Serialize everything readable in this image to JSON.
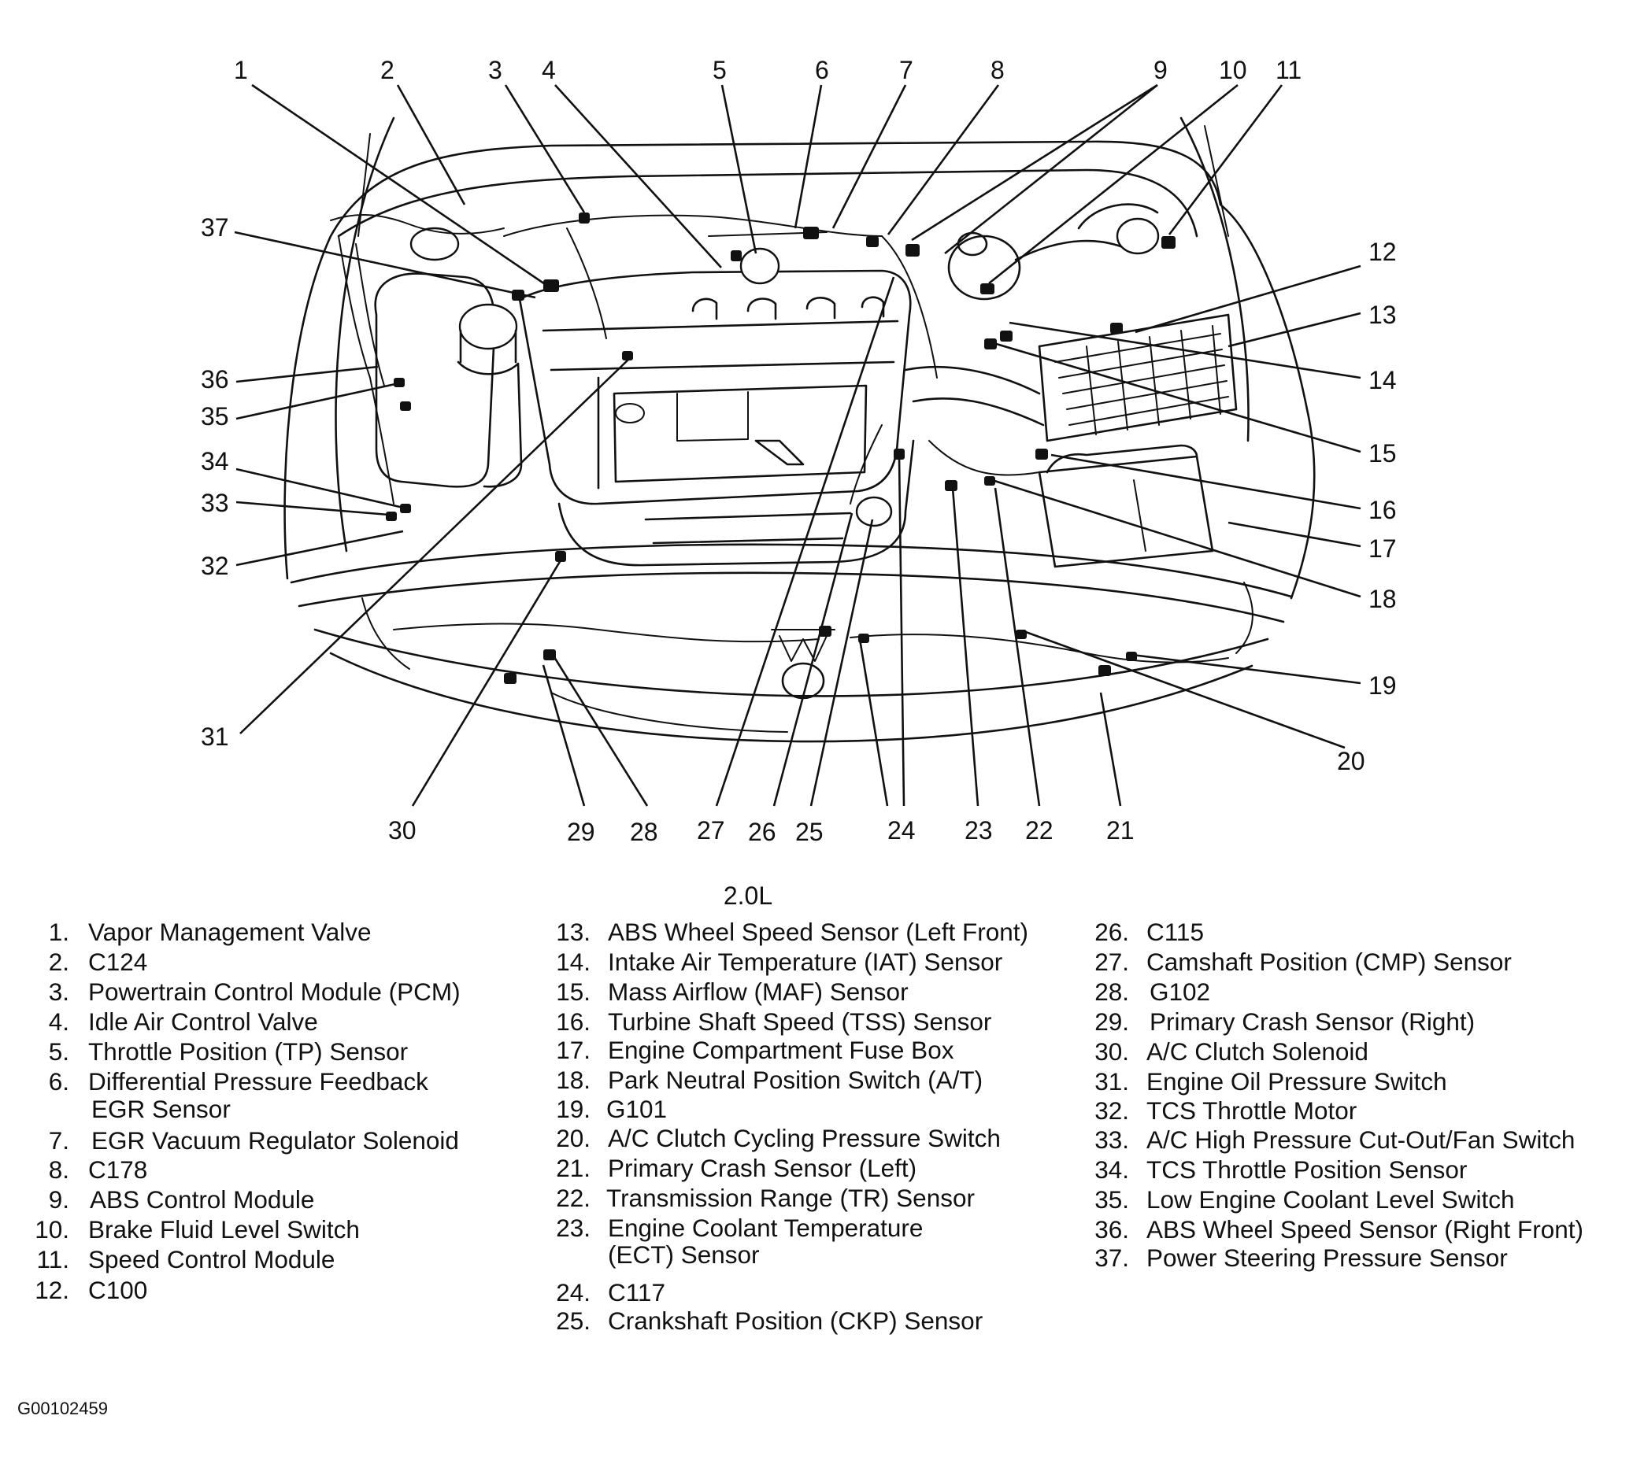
{
  "engine_label": "2.0L",
  "figure_code": "G00102459",
  "callouts": {
    "c1": "1",
    "c2": "2",
    "c3": "3",
    "c4": "4",
    "c5": "5",
    "c6": "6",
    "c7": "7",
    "c8": "8",
    "c9": "9",
    "c10": "10",
    "c11": "11",
    "c12": "12",
    "c13": "13",
    "c14": "14",
    "c15": "15",
    "c16": "16",
    "c17": "17",
    "c18": "18",
    "c19": "19",
    "c20": "20",
    "c21": "21",
    "c22": "22",
    "c23": "23",
    "c24": "24",
    "c25": "25",
    "c26": "26",
    "c27": "27",
    "c28": "28",
    "c29": "29",
    "c30": "30",
    "c31": "31",
    "c32": "32",
    "c33": "33",
    "c34": "34",
    "c35": "35",
    "c36": "36",
    "c37": "37"
  },
  "legend": {
    "i1": {
      "num": "1.",
      "text": "Vapor Management Valve"
    },
    "i2": {
      "num": "2.",
      "text": "C124"
    },
    "i3": {
      "num": "3.",
      "text": "Powertrain Control Module (PCM)"
    },
    "i4": {
      "num": "4.",
      "text": "Idle Air Control Valve"
    },
    "i5": {
      "num": "5.",
      "text": "Throttle Position (TP) Sensor"
    },
    "i6": {
      "num": "6.",
      "text": "Differential Pressure Feedback",
      "text2": "EGR Sensor"
    },
    "i7": {
      "num": "7.",
      "text": "EGR Vacuum Regulator Solenoid"
    },
    "i8": {
      "num": "8.",
      "text": "C178"
    },
    "i9": {
      "num": "9.",
      "text": "ABS Control Module"
    },
    "i10": {
      "num": "10.",
      "text": "Brake Fluid Level Switch"
    },
    "i11": {
      "num": "11.",
      "text": "Speed Control Module"
    },
    "i12": {
      "num": "12.",
      "text": "C100"
    },
    "i13": {
      "num": "13.",
      "text": "ABS Wheel Speed Sensor  (Left Front)"
    },
    "i14": {
      "num": "14.",
      "text": "Intake  Air Temperature (IAT) Sensor"
    },
    "i15": {
      "num": "15.",
      "text": "Mass Airflow (MAF) Sensor"
    },
    "i16": {
      "num": "16.",
      "text": "Turbine Shaft Speed (TSS) Sensor"
    },
    "i17": {
      "num": "17.",
      "text": "Engine Compartment Fuse Box"
    },
    "i18": {
      "num": "18.",
      "text": "Park Neutral Position Switch (A/T)"
    },
    "i19": {
      "num": "19.",
      "text": "G101"
    },
    "i20": {
      "num": "20.",
      "text": "A/C Clutch Cycling Pressure  Switch"
    },
    "i21": {
      "num": "21.",
      "text": "Primary Crash Sensor (Left)"
    },
    "i22": {
      "num": "22.",
      "text": "Transmission Range (TR) Sensor"
    },
    "i23": {
      "num": "23.",
      "text": "Engine Coolant Temperature",
      "text2": "(ECT) Sensor"
    },
    "i24": {
      "num": "24.",
      "text": "C117"
    },
    "i25": {
      "num": "25.",
      "text": "Crankshaft Position (CKP) Sensor"
    },
    "i26": {
      "num": "26.",
      "text": "C115"
    },
    "i27": {
      "num": "27.",
      "text": "Camshaft Position (CMP) Sensor"
    },
    "i28": {
      "num": "28.",
      "text": "G102"
    },
    "i29": {
      "num": "29.",
      "text": "Primary Crash Sensor  (Right)"
    },
    "i30": {
      "num": "30.",
      "text": "A/C Clutch Solenoid"
    },
    "i31": {
      "num": "31.",
      "text": "Engine Oil Pressure Switch"
    },
    "i32": {
      "num": "32.",
      "text": "TCS Throttle Motor"
    },
    "i33": {
      "num": "33.",
      "text": "A/C High Pressure Cut-Out/Fan Switch"
    },
    "i34": {
      "num": "34.",
      "text": "TCS Throttle Position Sensor"
    },
    "i35": {
      "num": "35.",
      "text": "Low Engine Coolant Level Switch"
    },
    "i36": {
      "num": "36.",
      "text": "ABS Wheel Speed Sensor (Right Front)"
    },
    "i37": {
      "num": "37.",
      "text": "Power Steering Pressure Sensor"
    }
  }
}
